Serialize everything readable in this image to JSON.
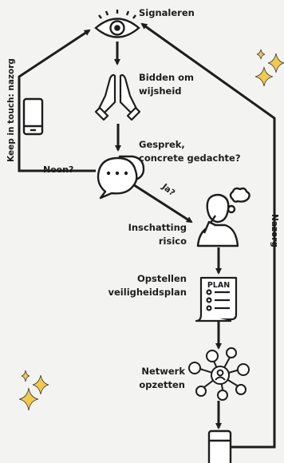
{
  "steps": {
    "signaleren": "Signaleren",
    "bidden": "Bidden om\nwijsheid",
    "gesprek": "Gesprek,\nconcrete gedachte?",
    "inschatting": "Inschatting\nrisico",
    "opstellen": "Opstellen\nveiligheidsplan",
    "netwerk": "Netwerk\nopzetten"
  },
  "edges": {
    "neen": "Neen?",
    "ja": "Ja?",
    "keep_in_touch": "Keep in touch: nazorg",
    "nazorg": "Nazorg"
  },
  "plan_icon_text": "PLAN",
  "colors": {
    "background": "#f3f3f2",
    "ink": "#1d1d1d",
    "sparkle": "#f2c94c"
  }
}
